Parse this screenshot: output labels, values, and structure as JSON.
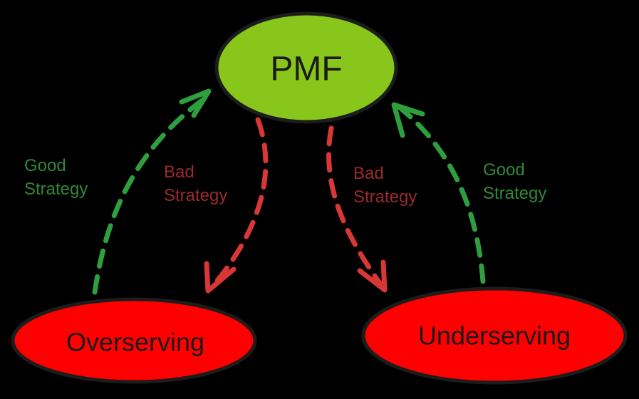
{
  "colors": {
    "background": "#000000",
    "good": "#2e9e3e",
    "bad": "#d93636",
    "good_text": "#2f8a36",
    "bad_text": "#9c2a2a",
    "pmf_fill": "#88c61c",
    "node_red_fill": "#ff0000",
    "node_outline": "#1c1c1c",
    "node_text": "#1a1a1a"
  },
  "nodes": {
    "pmf": "PMF",
    "overserving": "Overserving",
    "underserving": "Underserving"
  },
  "edges": {
    "left_good": {
      "line1": "Good",
      "line2": "Strategy"
    },
    "left_bad": {
      "line1": "Bad",
      "line2": "Strategy"
    },
    "right_bad": {
      "line1": "Bad",
      "line2": "Strategy"
    },
    "right_good": {
      "line1": "Good",
      "line2": "Strategy"
    }
  }
}
